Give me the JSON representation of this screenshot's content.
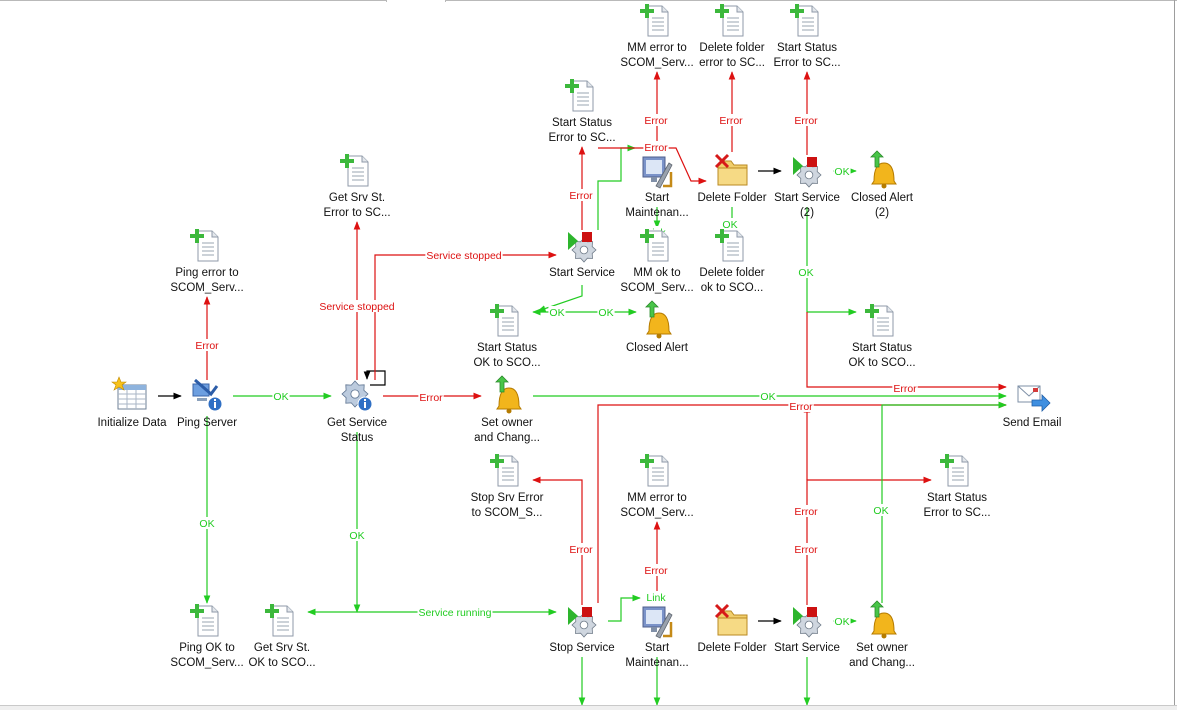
{
  "colors": {
    "ok": "#22cc22",
    "error": "#dd1111",
    "plain": "#000000",
    "label": "#111111"
  },
  "activities": [
    {
      "id": "init",
      "icon": "data-table-icon",
      "lines": [
        "Initialize Data"
      ]
    },
    {
      "id": "ping",
      "icon": "ping-computer-icon",
      "lines": [
        "Ping Server"
      ]
    },
    {
      "id": "ping_err",
      "icon": "document-plus-icon",
      "lines": [
        "Ping error to",
        "SCOM_Serv..."
      ]
    },
    {
      "id": "ping_ok",
      "icon": "document-plus-icon",
      "lines": [
        "Ping OK to",
        "SCOM_Serv..."
      ]
    },
    {
      "id": "get_status",
      "icon": "service-info-gear-icon",
      "lines": [
        "Get Service",
        "Status"
      ]
    },
    {
      "id": "get_err",
      "icon": "document-plus-icon",
      "lines": [
        "Get Srv St.",
        "Error  to SC..."
      ]
    },
    {
      "id": "get_ok",
      "icon": "document-plus-icon",
      "lines": [
        "Get Srv St.",
        "OK to SCO..."
      ]
    },
    {
      "id": "set_owner_1",
      "icon": "alert-bell-icon",
      "lines": [
        "Set owner",
        "and Chang..."
      ]
    },
    {
      "id": "start_svc_1",
      "icon": "service-start-gear-icon",
      "lines": [
        "Start Service"
      ]
    },
    {
      "id": "start_err_1",
      "icon": "document-plus-icon",
      "lines": [
        "Start Status",
        "Error to SC..."
      ]
    },
    {
      "id": "start_ok_1",
      "icon": "document-plus-icon",
      "lines": [
        "Start Status",
        "OK to SCO..."
      ]
    },
    {
      "id": "closed_alert_1",
      "icon": "alert-bell-icon",
      "lines": [
        "Closed Alert"
      ]
    },
    {
      "id": "start_maint_1",
      "icon": "maintenance-monitor-icon",
      "lines": [
        "Start",
        "Maintenan..."
      ]
    },
    {
      "id": "mm_err_1",
      "icon": "document-plus-icon",
      "lines": [
        "MM error  to",
        "SCOM_Serv..."
      ]
    },
    {
      "id": "mm_ok_1",
      "icon": "document-plus-icon",
      "lines": [
        "MM ok  to",
        "SCOM_Serv..."
      ]
    },
    {
      "id": "del_folder_1",
      "icon": "folder-delete-icon",
      "lines": [
        "Delete Folder"
      ]
    },
    {
      "id": "del_err_1",
      "icon": "document-plus-icon",
      "lines": [
        "Delete folder",
        "error  to SC..."
      ]
    },
    {
      "id": "del_ok_1",
      "icon": "document-plus-icon",
      "lines": [
        "Delete folder",
        "ok  to SCO..."
      ]
    },
    {
      "id": "start_svc_2",
      "icon": "service-start-gear-icon",
      "lines": [
        "Start Service",
        "(2)"
      ]
    },
    {
      "id": "start_err_2",
      "icon": "document-plus-icon",
      "lines": [
        "Start Status",
        "Error to SC..."
      ]
    },
    {
      "id": "closed_alert_2",
      "icon": "alert-bell-icon",
      "lines": [
        "Closed Alert",
        "(2)"
      ]
    },
    {
      "id": "start_ok_2",
      "icon": "document-plus-icon",
      "lines": [
        "Start Status",
        "OK to SCO..."
      ]
    },
    {
      "id": "send_email",
      "icon": "send-email-icon",
      "lines": [
        "Send Email"
      ]
    },
    {
      "id": "stop_svc",
      "icon": "service-start-gear-icon",
      "lines": [
        "Stop Service"
      ]
    },
    {
      "id": "stop_err",
      "icon": "document-plus-icon",
      "lines": [
        "Stop Srv Error",
        "to SCOM_S..."
      ]
    },
    {
      "id": "start_maint_2",
      "icon": "maintenance-monitor-icon",
      "lines": [
        "Start",
        "Maintenan..."
      ]
    },
    {
      "id": "mm_err_2",
      "icon": "document-plus-icon",
      "lines": [
        "MM error  to",
        "SCOM_Serv..."
      ]
    },
    {
      "id": "del_folder_2",
      "icon": "folder-delete-icon",
      "lines": [
        "Delete Folder"
      ]
    },
    {
      "id": "start_svc_3",
      "icon": "service-start-gear-icon",
      "lines": [
        "Start Service"
      ]
    },
    {
      "id": "start_err_3",
      "icon": "document-plus-icon",
      "lines": [
        "Start Status",
        "Error to SC..."
      ]
    },
    {
      "id": "set_owner_2",
      "icon": "alert-bell-icon",
      "lines": [
        "Set owner",
        "and Chang..."
      ]
    }
  ],
  "links": [
    {
      "id": "init_ping",
      "kind": "plain"
    },
    {
      "id": "ping_to_err",
      "kind": "error",
      "label": "Error"
    },
    {
      "id": "ping_to_ok",
      "kind": "ok",
      "label": "OK"
    },
    {
      "id": "ping_to_get",
      "kind": "ok",
      "label": "OK"
    },
    {
      "id": "get_to_err",
      "kind": "error",
      "label": "Service stopped"
    },
    {
      "id": "get_self",
      "kind": "plain"
    },
    {
      "id": "get_to_owner",
      "kind": "error",
      "label": "Error"
    },
    {
      "id": "get_to_start",
      "kind": "error",
      "label": "Service stopped"
    },
    {
      "id": "get_down",
      "kind": "ok",
      "label": "OK"
    },
    {
      "id": "running_to_stop",
      "kind": "ok",
      "label": "Service running"
    },
    {
      "id": "running_to_getok",
      "kind": "ok"
    },
    {
      "id": "owner_to_email",
      "kind": "ok",
      "label": "OK"
    },
    {
      "id": "start1_to_err",
      "kind": "error",
      "label": "Error"
    },
    {
      "id": "start1_down",
      "kind": "ok"
    },
    {
      "id": "start1_to_okdoc",
      "kind": "ok",
      "label": "OK"
    },
    {
      "id": "start1_to_closed",
      "kind": "ok",
      "label": "OK"
    },
    {
      "id": "start1_to_maint",
      "kind": "ok"
    },
    {
      "id": "start1_to_del",
      "kind": "error",
      "label": "Error"
    },
    {
      "id": "maint1_to_mmerr",
      "kind": "error",
      "label": "Error"
    },
    {
      "id": "maint1_to_mmok",
      "kind": "ok",
      "label": "Link"
    },
    {
      "id": "del1_to_err",
      "kind": "error",
      "label": "Error"
    },
    {
      "id": "del1_to_ok",
      "kind": "ok",
      "label": "OK"
    },
    {
      "id": "del1_to_start2",
      "kind": "plain"
    },
    {
      "id": "start2_to_err",
      "kind": "error",
      "label": "Error"
    },
    {
      "id": "start2_to_closed",
      "kind": "ok",
      "label": "OK"
    },
    {
      "id": "start2_to_okdoc",
      "kind": "ok",
      "label": "OK"
    },
    {
      "id": "start2_to_email",
      "kind": "error",
      "label": "Error"
    },
    {
      "id": "stop_to_email",
      "kind": "error",
      "label": "Error"
    },
    {
      "id": "stop_to_err",
      "kind": "error",
      "label": "Error"
    },
    {
      "id": "stop_to_maint",
      "kind": "ok",
      "label": "Link"
    },
    {
      "id": "stop_down",
      "kind": "ok"
    },
    {
      "id": "maint2_to_mmerr",
      "kind": "error",
      "label": "Error"
    },
    {
      "id": "maint2_down",
      "kind": "ok"
    },
    {
      "id": "del2_to_start3",
      "kind": "plain"
    },
    {
      "id": "start3_to_err",
      "kind": "error",
      "label": "Error"
    },
    {
      "id": "start3_up_error",
      "kind": "error",
      "label": "Error"
    },
    {
      "id": "start3_to_owner2",
      "kind": "ok",
      "label": "OK"
    },
    {
      "id": "start3_down",
      "kind": "ok"
    },
    {
      "id": "owner2_to_email",
      "kind": "ok",
      "label": "OK"
    }
  ]
}
